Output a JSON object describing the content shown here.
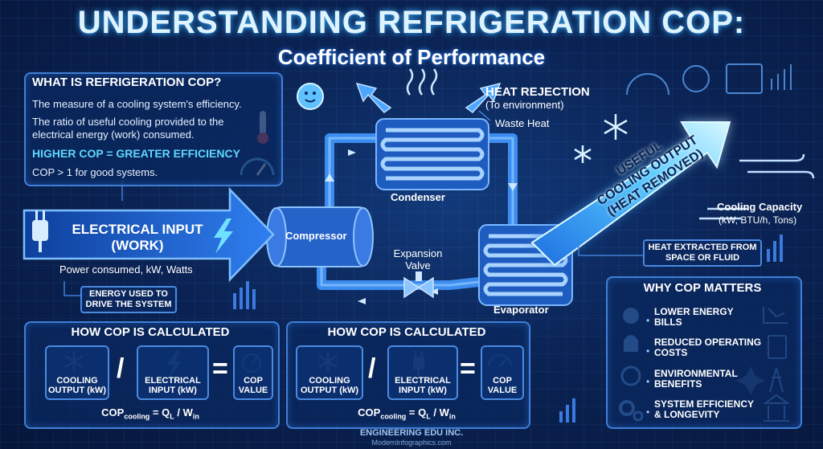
{
  "header": {
    "title": "UNDERSTANDING REFRIGERATION COP:",
    "subtitle": "Coefficient of Performance"
  },
  "what_is": {
    "heading": "WHAT IS REFRIGERATION COP?",
    "line1": "The measure of a cooling system's efficiency.",
    "line2": "The ratio of useful cooling provided to the electrical energy (work) consumed.",
    "highlight": "HIGHER COP = GREATER EFFICIENCY",
    "rule": "COP > 1 for good systems."
  },
  "electrical_input": {
    "label": "ELECTRICAL INPUT\n(WORK)",
    "power": "Power consumed, kW, Watts",
    "energy_tag": "ENERGY USED TO DRIVE THE SYSTEM"
  },
  "cycle": {
    "compressor": "Compressor",
    "condenser": "Condenser",
    "expansion_valve": "Expansion\nValve",
    "evaporator": "Evaporator",
    "heat_rejection": "HEAT REJECTION",
    "to_environment": "(To environment)",
    "waste_heat": "Waste Heat"
  },
  "cooling_output": {
    "label": "USEFUL\nCOOLING OUTPUT\n(HEAT REMOVED)",
    "capacity_title": "Cooling Capacity",
    "capacity_units": "(kW, BTU/h, Tons)",
    "heat_tag": "HEAT EXTRACTED FROM SPACE OR FLUID"
  },
  "calc": [
    {
      "heading": "HOW COP IS CALCULATED",
      "box1": "COOLING OUTPUT (kW)",
      "box2": "ELECTRICAL INPUT (kW)",
      "box3": "COP VALUE",
      "slash": "/",
      "equals": "=",
      "formula_left": "COP",
      "formula_sub": "cooling",
      "formula_right": " = Q",
      "formula_sub2": "L",
      "formula_div": " / W",
      "formula_sub3": "in"
    },
    {
      "heading": "HOW COP IS CALCULATED",
      "box1": "COOLING OUTPUT (kW)",
      "box2": "ELECTRICAL INPUT (kW)",
      "box3": "COP VALUE",
      "slash": "/",
      "equals": "=",
      "formula_left": "COP",
      "formula_sub": "cooling",
      "formula_right": " = Q",
      "formula_sub2": "L",
      "formula_div": " / W",
      "formula_sub3": "in"
    }
  ],
  "why": {
    "heading": "WHY COP MATTERS",
    "items": [
      {
        "label": "LOWER ENERGY BILLS",
        "icon": "coins-icon"
      },
      {
        "label": "REDUCED OPERATING COSTS",
        "icon": "money-bag-icon"
      },
      {
        "label": "ENVIRONMENTAL BENEFITS",
        "icon": "globe-icon"
      },
      {
        "label": "SYSTEM EFFICIENCY & LONGEVITY",
        "icon": "gears-icon"
      }
    ]
  },
  "footer": {
    "org": "ENGINEERING EDU INC.",
    "site": "ModernInfographics.com"
  },
  "colors": {
    "accent": "#5fd8ff",
    "panel_border": "#3f7fd6",
    "background": "#0b2456",
    "arrow_glow": "#7fe6ff"
  }
}
